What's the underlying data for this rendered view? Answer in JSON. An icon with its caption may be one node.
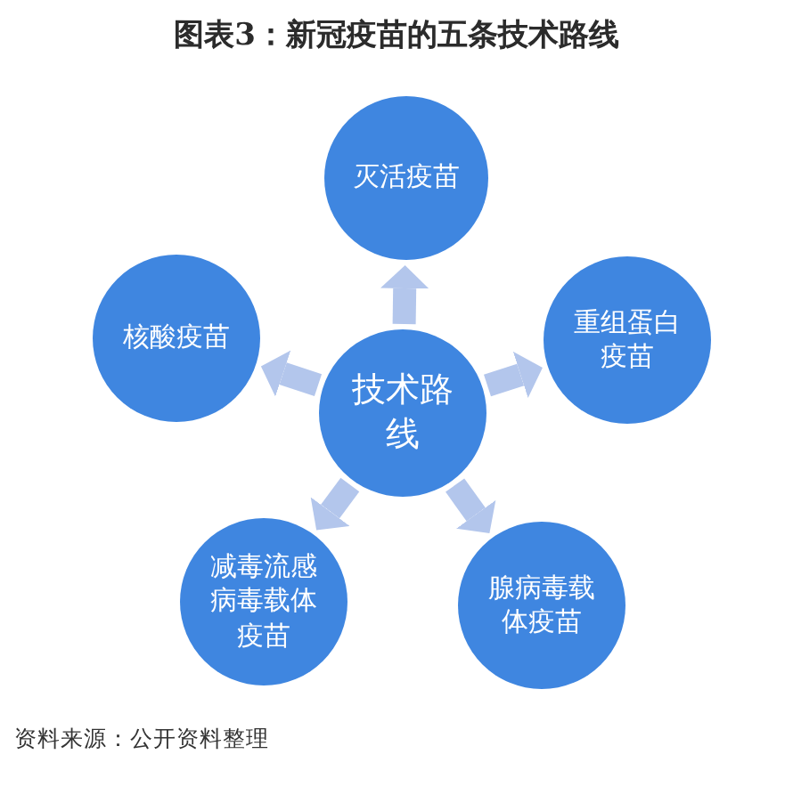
{
  "diagram": {
    "title": "图表3：新冠疫苗的五条技术路线",
    "nodes": [
      {
        "text": [
          "灭活疫苗"
        ]
      },
      {
        "text": [
          "核酸疫苗"
        ]
      },
      {
        "text": [
          "重组蛋白疫苗"
        ]
      },
      {
        "text": [
          "技术路线"
        ]
      },
      {
        "text": [
          "减毒流感病毒载体疫苗"
        ]
      },
      {
        "text": [
          "腺病毒载体疫苗"
        ]
      }
    ],
    "edges": [
      {
        "from": 3,
        "to": 0,
        "arrow": "to"
      },
      {
        "from": 3,
        "to": 1,
        "arrow": "to"
      },
      {
        "from": 3,
        "to": 2,
        "arrow": "to"
      },
      {
        "from": 3,
        "to": 4,
        "arrow": "to"
      },
      {
        "from": 3,
        "to": 5,
        "arrow": "to"
      }
    ],
    "caption": "资料来源：公开资料整理"
  }
}
